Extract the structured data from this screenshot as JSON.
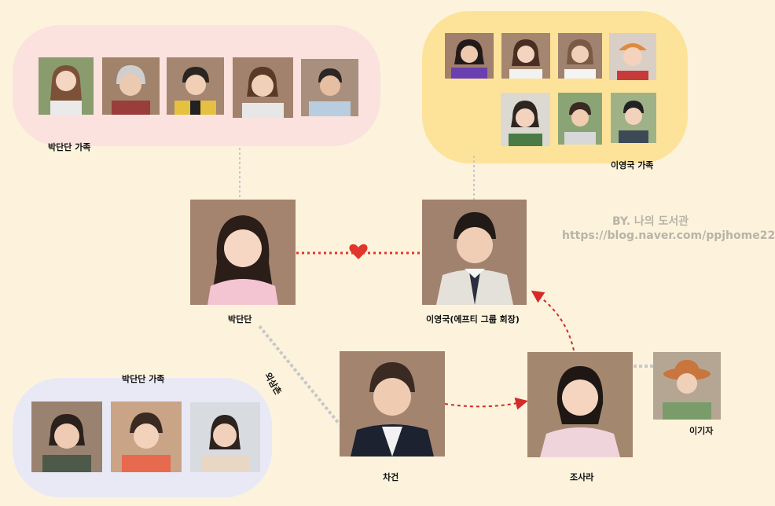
{
  "groups": {
    "park_family_top": {
      "label": "박단단 가족",
      "color": "#fbe2de"
    },
    "lee_family": {
      "label": "이영국 가족",
      "color": "#fde39a"
    },
    "park_family_bottom": {
      "label": "박단단 가족",
      "color": "#e9e9f6"
    }
  },
  "people": {
    "park_dandan": "박단단",
    "lee_younggook": "이영국(에프티 그룹 회장)",
    "cha_gun": "차건",
    "jo_sara": "조사라",
    "lee_gija": "이기자"
  },
  "relations": {
    "cousin_label": "외삼촌",
    "love_icon": "heart"
  },
  "credit": {
    "by": "BY. 나의 도서관",
    "url": "https://blog.naver.com/ppjhome22"
  },
  "colors": {
    "background": "#fdf3dc",
    "love_line": "#e0362c",
    "arrow_line": "#d42a2a",
    "neutral_line": "#c8c8c8"
  }
}
